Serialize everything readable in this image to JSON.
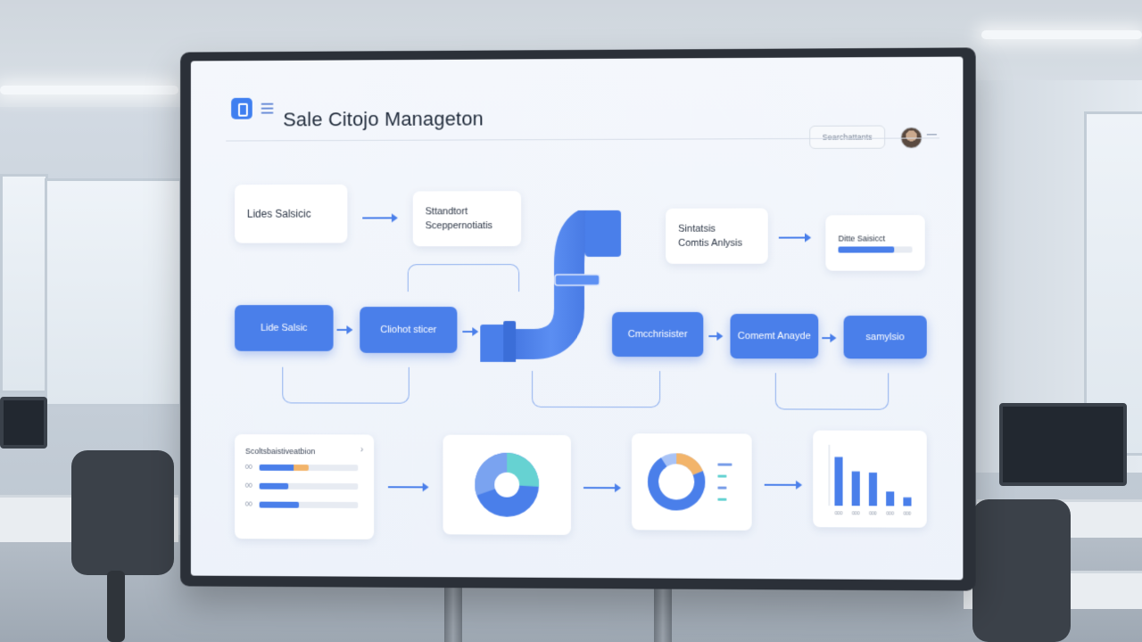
{
  "app": {
    "title": "Sale Citojo Manageton",
    "search_placeholder": "Searchattants"
  },
  "top_row": {
    "card1": "Lides Salsicic",
    "card2_line1": "Sttandtort",
    "card2_line2": "Sceppernotiatis",
    "card3_line1": "Sintatsis",
    "card3_line2": "Comtis Anlysis",
    "card4_title": "Ditte Saisicct",
    "card4_progress": 0.75
  },
  "middle_row": {
    "node1": "Lide Salsic",
    "node2": "Cliohot sticer",
    "node3": "Cmcchrisister",
    "node4": "Comemt Anayde",
    "node5": "samylsio"
  },
  "bottom_row": {
    "list_title": "Scoltsbaistiveatbion",
    "list_rows": [
      {
        "label": "00",
        "value": 0.5
      },
      {
        "label": "00",
        "value": 0.3
      },
      {
        "label": "00",
        "value": 0.4
      }
    ],
    "donut_legend": [
      "",
      "",
      "",
      ""
    ],
    "bar_values": [
      0.85,
      0.6,
      0.58,
      0.25,
      0.15
    ],
    "bar_axis_labels": [
      "000",
      "000",
      "000",
      "000",
      "000"
    ]
  },
  "colors": {
    "accent": "#4a7fea",
    "accent_light": "#8fb0ee",
    "teal": "#66d2d2",
    "orange": "#f2b46a"
  }
}
